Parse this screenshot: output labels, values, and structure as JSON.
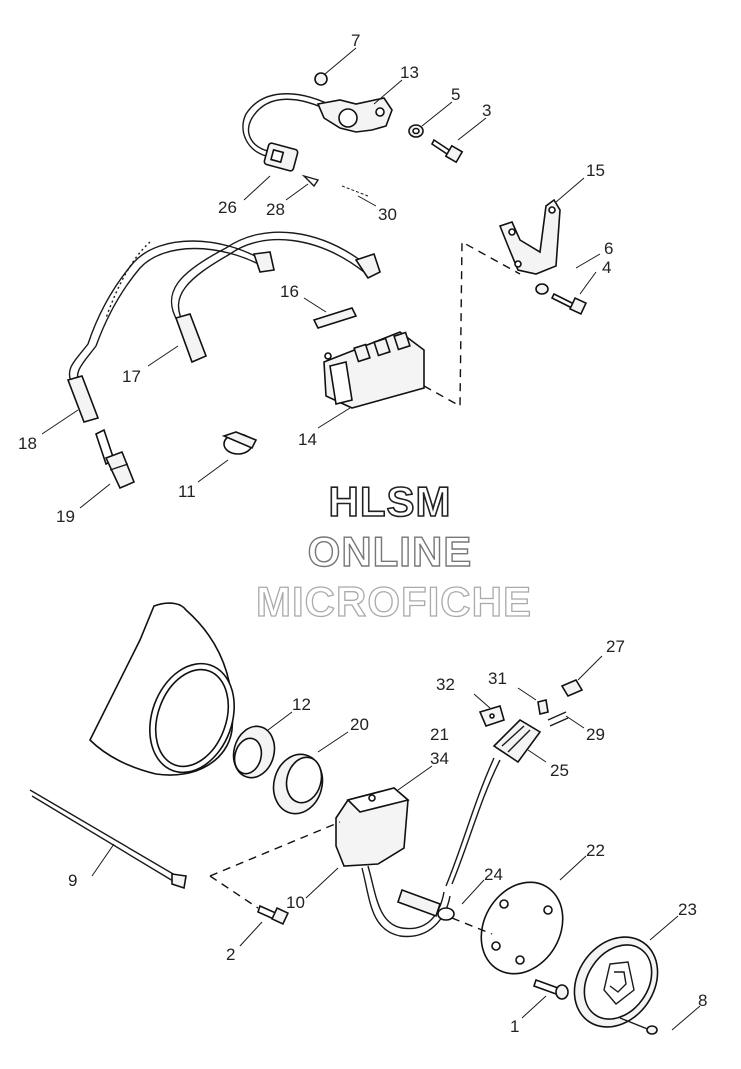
{
  "callouts": [
    {
      "label": "7"
    },
    {
      "label": "13"
    },
    {
      "label": "5"
    },
    {
      "label": "3"
    },
    {
      "label": "26"
    },
    {
      "label": "28"
    },
    {
      "label": "30"
    },
    {
      "label": "15"
    },
    {
      "label": "6"
    },
    {
      "label": "4"
    },
    {
      "label": "16"
    },
    {
      "label": "17"
    },
    {
      "label": "18"
    },
    {
      "label": "14"
    },
    {
      "label": "11"
    },
    {
      "label": "19"
    },
    {
      "label": "12"
    },
    {
      "label": "20"
    },
    {
      "label": "21"
    },
    {
      "label": "34"
    },
    {
      "label": "32"
    },
    {
      "label": "31"
    },
    {
      "label": "27"
    },
    {
      "label": "29"
    },
    {
      "label": "25"
    },
    {
      "label": "9"
    },
    {
      "label": "10"
    },
    {
      "label": "24"
    },
    {
      "label": "22"
    },
    {
      "label": "23"
    },
    {
      "label": "2"
    },
    {
      "label": "1"
    },
    {
      "label": "8"
    }
  ],
  "watermark": {
    "line1": "HLSM",
    "line2": "ONLINE",
    "line3": "MICROFICHE"
  },
  "colors": {
    "ink": "#111111",
    "watermark_line1": "#222222",
    "watermark_line2": "#777777",
    "watermark_line3": "#aaaaaa"
  }
}
